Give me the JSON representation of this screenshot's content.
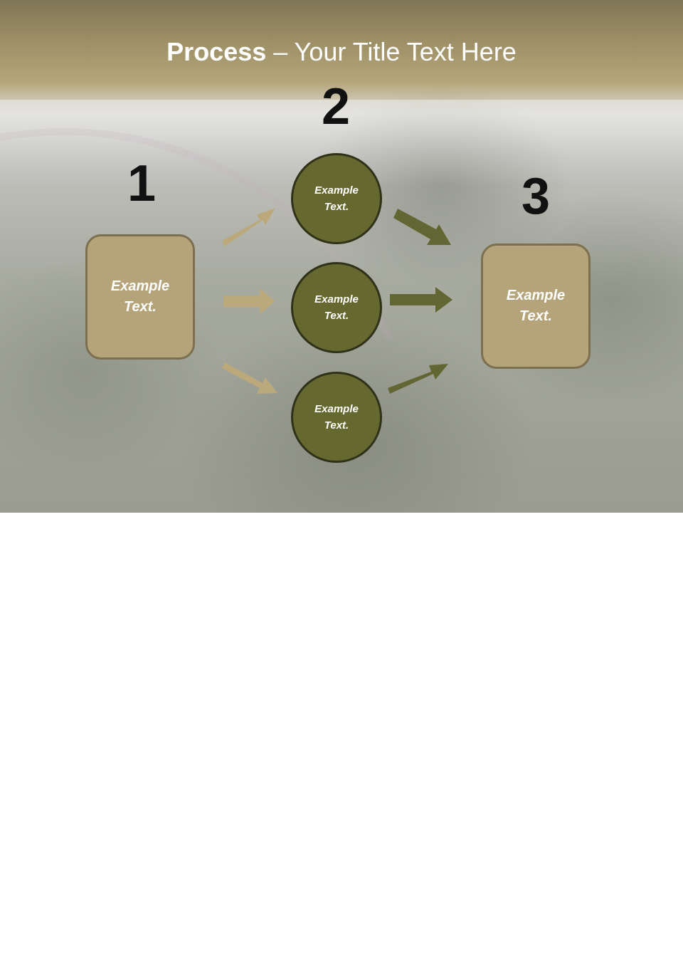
{
  "title": {
    "bold": "Process",
    "dash": " – ",
    "rest": "Your Title Text Here"
  },
  "steps": {
    "one": "1",
    "two": "2",
    "three": "3"
  },
  "nodes": {
    "left": [
      "Example",
      "Text."
    ],
    "top": [
      "Example",
      "Text."
    ],
    "middle": [
      "Example",
      "Text."
    ],
    "bottom": [
      "Example",
      "Text."
    ],
    "right": [
      "Example",
      "Text."
    ]
  },
  "colors": {
    "box_fill": "#b5a47a",
    "circle_fill": "#66692f",
    "arrow_light": "#bba97c",
    "arrow_dark": "#626632"
  }
}
